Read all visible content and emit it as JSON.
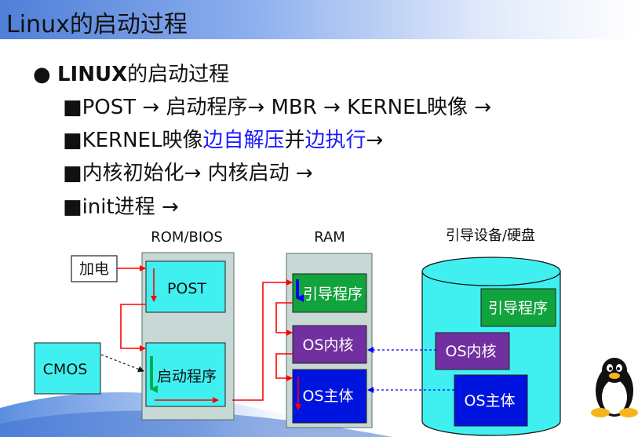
{
  "title": "Linux的启动过程",
  "bullets": {
    "main_bold": "LINUX",
    "main_rest": "的启动过程",
    "line1": "■POST → 启动程序→   MBR →  KERNEL映像 →",
    "line2_a": "■KERNEL映像",
    "line2_b": "边自解压",
    "line2_c": "并",
    "line2_d": "边执行",
    "line2_e": "→",
    "line3": "■内核初始化→    内核启动 →",
    "line4": "■init进程 →"
  },
  "diagram": {
    "col_rom": "ROM/BIOS",
    "col_ram": "RAM",
    "col_disk": "引导设备/硬盘",
    "power": "加电",
    "cmos": "CMOS",
    "post": "POST",
    "boot_prog_rom": "启动程序",
    "ram_bootloader": "引导程序",
    "ram_kernel": "OS内核",
    "ram_os": "OS主体",
    "disk_bootloader": "引导程序",
    "disk_kernel": "OS内核",
    "disk_os": "OS主体"
  },
  "colors": {
    "cyan_box": "#40f0f0",
    "green_box": "#12a43c",
    "purple_box": "#7030a0",
    "blue_box": "#0014e0",
    "grey_panel": "#c8d8d4",
    "arrow_red": "#ff0000",
    "arrow_blue": "#0000ff",
    "title_gradient_start": "#4f7fd8"
  },
  "icons": [
    "bullet-dot-icon",
    "tux-penguin-icon"
  ]
}
